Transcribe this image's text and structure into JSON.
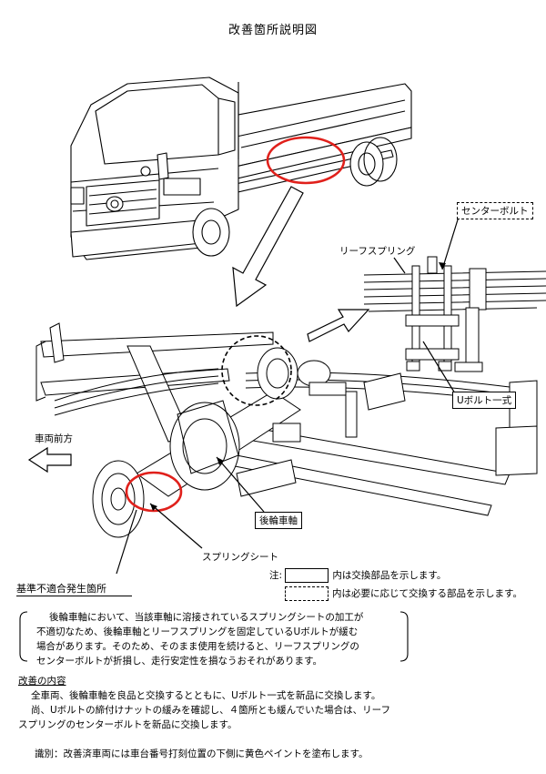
{
  "title": "改善箇所説明図",
  "labels": {
    "center_bolt": "センターボルト",
    "leaf_spring": "リーフスプリング",
    "u_bolt_set": "Uボルト一式",
    "vehicle_front": "車両前方",
    "rear_axle": "後輪車軸",
    "spring_seat": "スプリングシート",
    "nonconformity": "基準不適合発生箇所"
  },
  "legend": {
    "prefix": "注:",
    "solid_text": "内は交換部品を示します。",
    "dashed_text": "内は必要に応じて交換する部品を示します。"
  },
  "description": [
    "後輪車軸において、当該車軸に溶接されているスプリングシートの加工が",
    "不適切なため、後輪車軸とリーフスプリングを固定しているUボルトが緩む",
    "場合があります。そのため、そのまま使用を続けると、リーフスプリングの",
    "センターボルトが折損し、走行安定性を損なうおそれがあります。"
  ],
  "improvement": {
    "heading": "改善の内容",
    "lines": [
      "全車両、後輪車軸を良品と交換するとともに、Uボルト一式を新品に交換します。",
      "尚、Uボルトの締付けナットの緩みを確認し、４箇所とも緩んでいた場合は、リーフ",
      "スプリングのセンターボルトを新品に交換します。"
    ]
  },
  "identification": "識別：改善済車両には車台番号打刻位置の下側に黄色ペイントを塗布します。",
  "colors": {
    "highlight": "#e0201b",
    "line": "#000000"
  }
}
